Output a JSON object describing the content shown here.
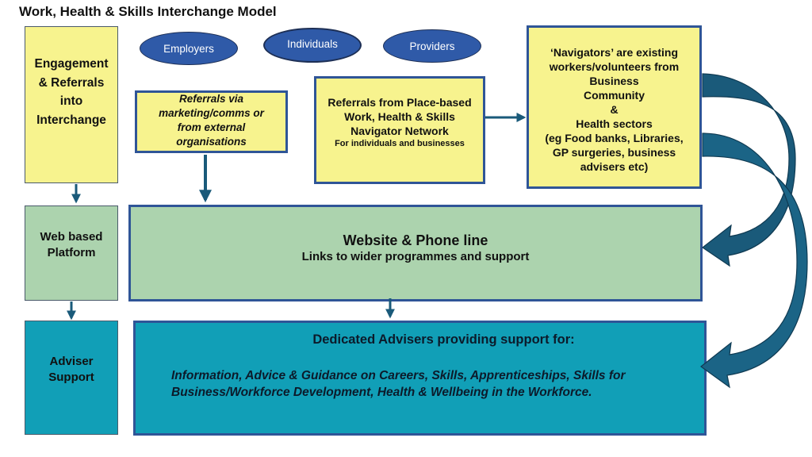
{
  "title": "Work, Health & Skills Interchange Model",
  "left_column": {
    "engagement": [
      "Engagement",
      "& Referrals",
      "into",
      "Interchange"
    ],
    "web_platform": [
      "Web based",
      "Platform"
    ],
    "adviser_support": [
      "Adviser",
      "Support"
    ]
  },
  "stakeholders": [
    {
      "label": "Employers"
    },
    {
      "label": "Individuals"
    },
    {
      "label": "Providers"
    }
  ],
  "referrals_marketing": [
    "Referrals via",
    "marketing/comms or",
    "from external",
    "organisations"
  ],
  "place_based": {
    "lines": [
      "Referrals from Place-based",
      "Work, Health & Skills",
      "Navigator Network"
    ],
    "note": "For individuals and businesses"
  },
  "navigators": [
    "‘Navigators’ are existing",
    "workers/volunteers from",
    "Business",
    "Community",
    "&",
    "Health sectors",
    "(eg Food banks, Libraries,",
    "GP surgeries, business",
    "advisers etc)"
  ],
  "website": {
    "main": "Website & Phone line",
    "sub": "Links to wider programmes and support"
  },
  "dedicated": {
    "heading": "Dedicated Advisers providing support for:",
    "body_line1": "Information, Advice & Guidance on Careers, Skills, Apprenticeships, Skills for",
    "body_line2": "Business/Workforce Development, Health & Wellbeing in the Workforce."
  },
  "colors": {
    "yellow": "#f7f38e",
    "green": "#acd3ae",
    "teal": "#119fb7",
    "border_blue": "#2f5597",
    "ellipse_blue": "#2f5aa8",
    "arrow_dark": "#1a5a7a"
  }
}
